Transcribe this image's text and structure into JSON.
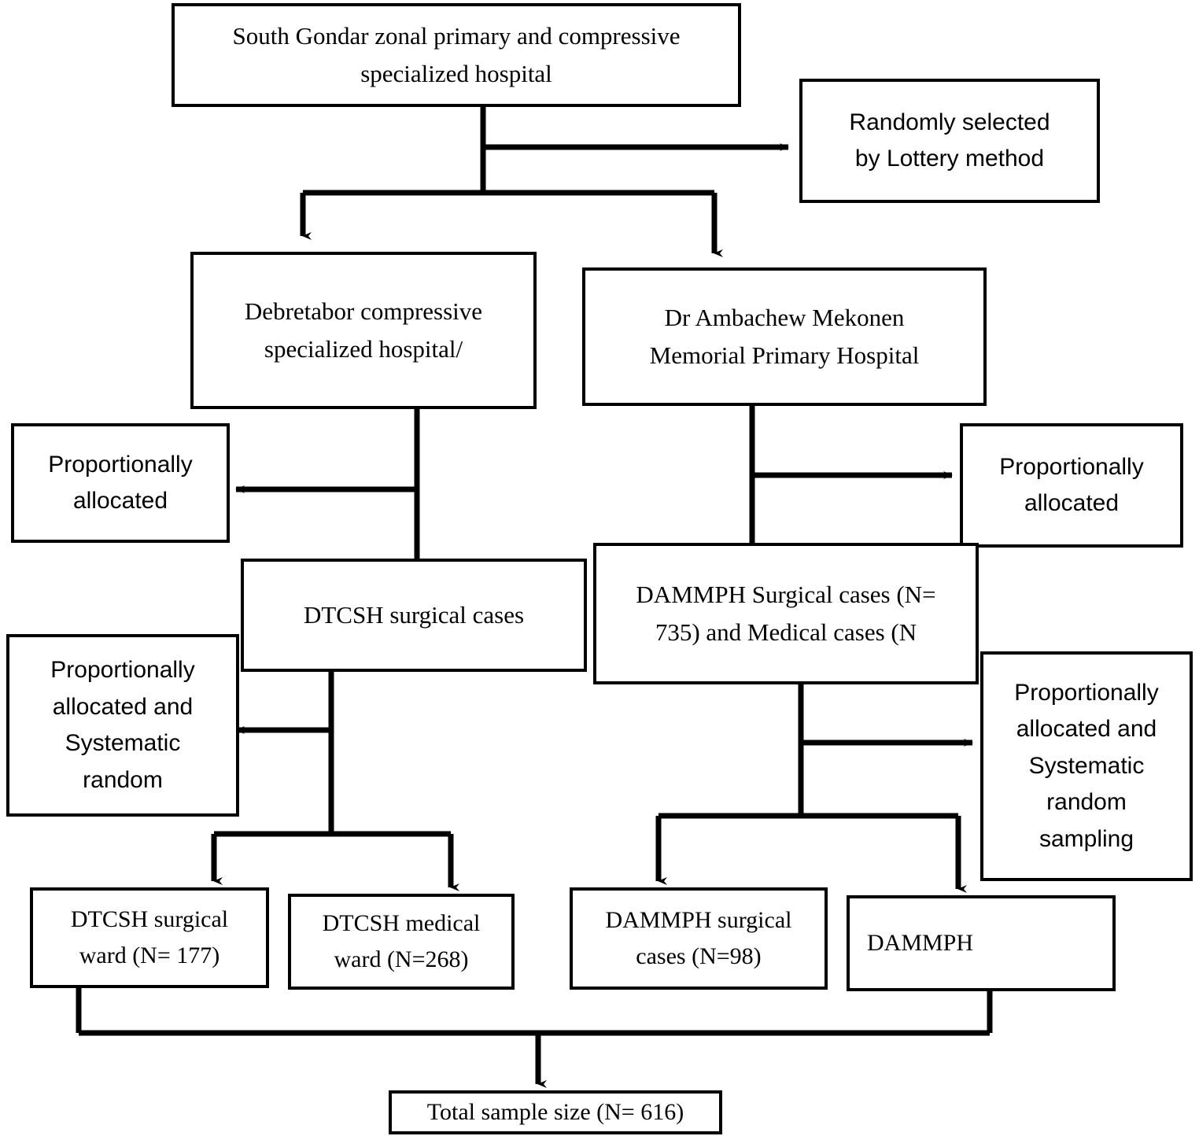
{
  "diagram": {
    "title": "Sampling procedure flow chart",
    "line_color": "#000000",
    "box_fill": "#ffffff",
    "nodes": {
      "source": {
        "label": "South Gondar zonal primary and compressive\nspecialized hospital"
      },
      "lottery": {
        "label": "Randomly selected\nby Lottery method"
      },
      "hospital_left": {
        "label": "Debretabor compressive\nspecialized hospital/"
      },
      "hospital_right": {
        "label": "Dr Ambachew Mekonen\nMemorial Primary Hospital"
      },
      "alloc_left": {
        "label": "Proportionally\nallocated"
      },
      "alloc_right": {
        "label": "Proportionally\nallocated"
      },
      "dtcsh_cases": {
        "label": "DTCSH surgical cases"
      },
      "dammph_cases": {
        "label": "DAMMPH Surgical cases (N=\n735) and Medical cases (N"
      },
      "alloc_sys_left": {
        "label": "Proportionally\nallocated and\nSystematic\nrandom"
      },
      "alloc_sys_right": {
        "label": "Proportionally\nallocated and\nSystematic\nrandom\nsampling"
      },
      "dtcsh_surgical_ward": {
        "label": "DTCSH surgical\nward (N= 177)"
      },
      "dtcsh_medical_ward": {
        "label": "DTCSH medical\nward (N=268)"
      },
      "dammph_surgical_cases": {
        "label": "DAMMPH surgical\ncases (N=98)"
      },
      "dammph_other": {
        "label": "DAMMPH"
      },
      "total": {
        "label": "Total sample size (N= 616)"
      }
    },
    "values": {
      "dammph_surgical_source_n": "735",
      "dtcsh_surgical_ward_n": "177",
      "dtcsh_medical_ward_n": "268",
      "dammph_surgical_cases_n": "98",
      "total_sample_size_n": "616"
    }
  }
}
